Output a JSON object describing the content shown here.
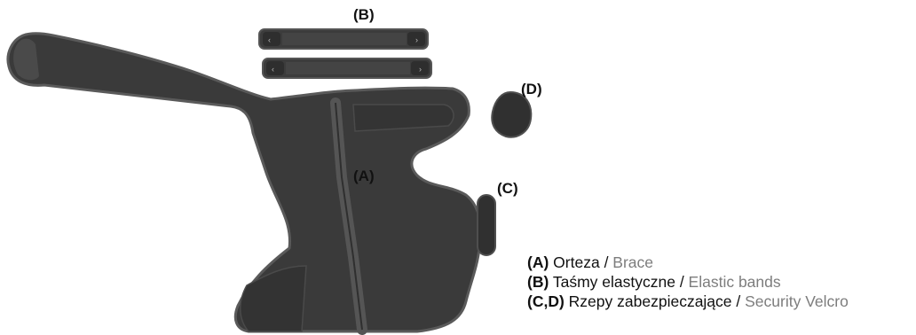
{
  "image": {
    "colors": {
      "fabric": "#3a3a3a",
      "fabric_dark": "#2c2c2c",
      "edge": "#555555",
      "background": "#ffffff",
      "english_text": "#7d7d7d"
    }
  },
  "labels": {
    "a": "(A)",
    "b": "(B)",
    "c": "(C)",
    "d": "(D)"
  },
  "legend": [
    {
      "key": "(A)",
      "pl": "Orteza",
      "sep": " / ",
      "en": "Brace"
    },
    {
      "key": "(B)",
      "pl": "Taśmy elastyczne",
      "sep": " / ",
      "en": "Elastic bands"
    },
    {
      "key": "(C,D)",
      "pl": "Rzepy zabezpieczające",
      "sep": " / ",
      "en": "Security Velcro"
    }
  ]
}
